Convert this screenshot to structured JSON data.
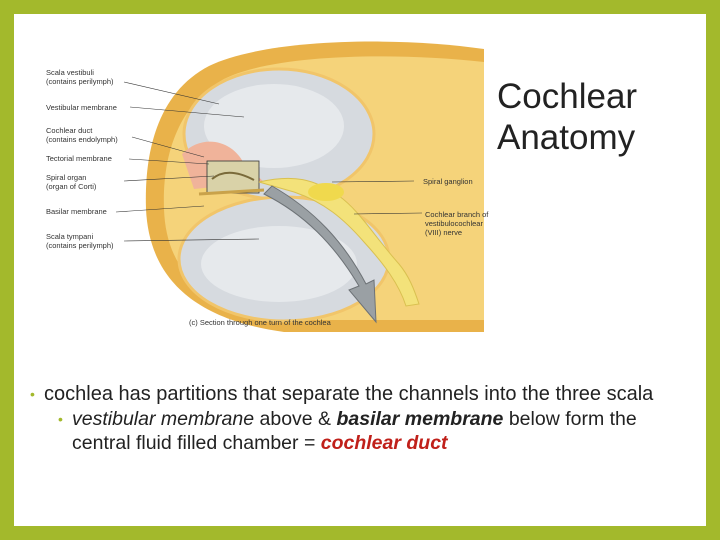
{
  "slide": {
    "title": "Cochlear\nAnatomy",
    "bullets": {
      "level1": "cochlea has partitions that separate the channels into the three scala",
      "level2": {
        "t1": "vestibular membrane",
        "t2": " above & ",
        "t3": "basilar membrane",
        "t4": " below form the central fluid filled chamber = ",
        "t5": "cochlear duct"
      }
    },
    "colors": {
      "frame": "#a3b92c",
      "accent": "#c0201a"
    }
  },
  "diagram": {
    "labels": {
      "scala_vestibuli_1": "Scala vestibuli",
      "scala_vestibuli_2": "(contains perilymph)",
      "vestibular_membrane": "Vestibular membrane",
      "cochlear_duct_1": "Cochlear duct",
      "cochlear_duct_2": "(contains endolymph)",
      "tectorial_membrane": "Tectorial membrane",
      "spiral_organ_1": "Spiral organ",
      "spiral_organ_2": "(organ of Corti)",
      "basilar_membrane": "Basilar membrane",
      "scala_tympani_1": "Scala tympani",
      "scala_tympani_2": "(contains perilymph)",
      "spiral_ganglion": "Spiral ganglion",
      "cochlear_branch_1": "Cochlear branch of",
      "cochlear_branch_2": "vestibulocochlear",
      "cochlear_branch_3": "(VIII) nerve",
      "caption": "(c) Section through one turn of the cochlea"
    }
  }
}
